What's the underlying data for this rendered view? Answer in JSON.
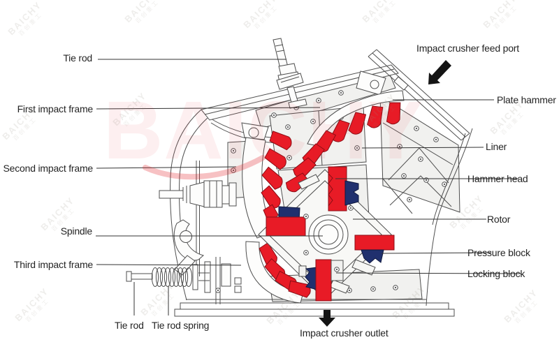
{
  "brand_watermark": {
    "name": "BAICHY",
    "tagline_cn": "百创重工"
  },
  "callouts": {
    "tie_rod_top": "Tie rod",
    "first_impact_frame": "First impact frame",
    "second_impact_frame": "Second impact frame",
    "spindle": "Spindle",
    "third_impact_frame": "Third impact frame",
    "tie_rod_bottom": "Tie rod",
    "tie_rod_spring": "Tie rod spring",
    "plate_hammer": "Plate hammer",
    "liner": "Liner",
    "hammer_head": "Hammer head",
    "rotor": "Rotor",
    "pressure_block": "Pressure block",
    "locking_block": "Locking block"
  },
  "flow": {
    "feed_port": "Impact crusher feed port",
    "outlet": "Impact crusher outlet"
  },
  "palette": {
    "wear_part_red": "#e81b26",
    "lock_block_navy": "#20306e",
    "line_gray": "#4f4f4f",
    "label_text": "#242424",
    "watermark_red": "#e61824",
    "watermark_gray": "#9b918a"
  }
}
